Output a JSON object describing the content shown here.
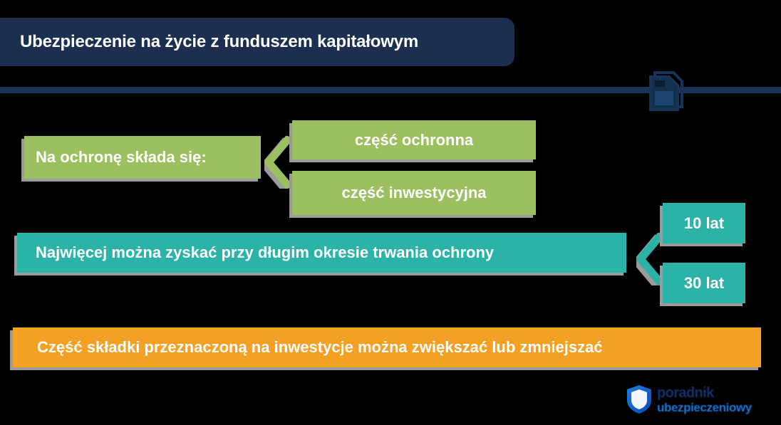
{
  "header": {
    "title": "Ubezpieczenie na życie z funduszem kapitałowym",
    "bar_color": "#1b3050",
    "divider_color": "#173558",
    "document_icon": "document-icon"
  },
  "colors": {
    "background": "#000000",
    "green": "#9cc05f",
    "teal": "#2cb3a8",
    "orange": "#f4a023",
    "shadow_gray": "#9b9b9b",
    "navy": "#1b3050"
  },
  "sections": {
    "protection": {
      "label": "Na ochronę składa się:",
      "bracket_icon": "chevron-left-icon",
      "items": [
        {
          "label": "część ochronna"
        },
        {
          "label": "część inwestycyjna"
        }
      ]
    },
    "duration": {
      "label": "Najwięcej można zyskać przy długim okresie trwania ochrony",
      "bracket_icon": "chevron-left-icon",
      "items": [
        {
          "label": "10 lat"
        },
        {
          "label": "30 lat"
        }
      ]
    },
    "investment": {
      "label": "Część składki przeznaczoną na inwestycje można zwiększać lub zmniejszać"
    }
  },
  "logo": {
    "shield_icon": "shield-icon",
    "line1": "poradnik",
    "line2": "ubezpieczeniowy"
  }
}
